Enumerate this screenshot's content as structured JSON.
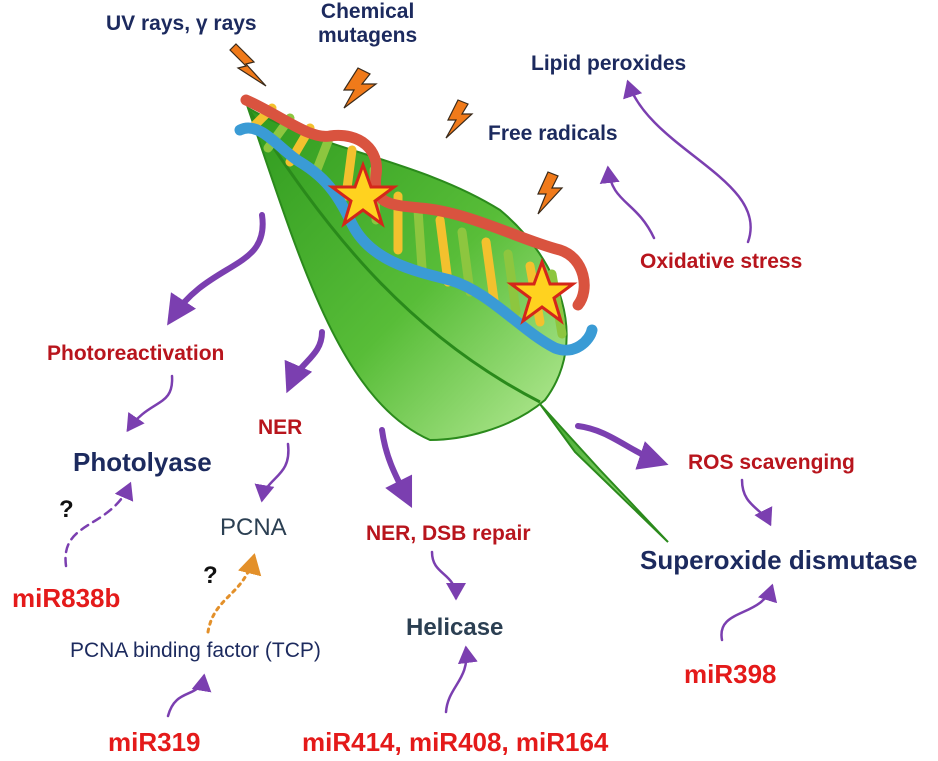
{
  "stressors": {
    "uv": "UV rays, γ rays",
    "chemical": "Chemical\nmutagens",
    "lipid": "Lipid peroxides",
    "free_radicals": "Free radicals",
    "oxidative": "Oxidative stress"
  },
  "pathways": {
    "photoreactivation": "Photoreactivation",
    "ner": "NER",
    "ner_dsb": "NER, DSB repair",
    "ros": "ROS scavenging"
  },
  "enzymes": {
    "photolyase": "Photolyase",
    "pcna": "PCNA",
    "pcna_binding": "PCNA binding factor (TCP)",
    "helicase": "Helicase",
    "sod": "Superoxide dismutase"
  },
  "mirnas": {
    "mir838b": "miR838b",
    "mir319": "miR319",
    "mir414": "miR414, miR408, miR164",
    "mir398": "miR398"
  },
  "unknown_marks": {
    "q1": "?",
    "q2": "?"
  },
  "colors": {
    "leaf_dark": "#2f9a1f",
    "leaf_light": "#9be07a",
    "dna_red": "#d9533f",
    "dna_blue": "#3a9bd5",
    "rung_yellow": "#f3c12e",
    "rung_green": "#8dc63f",
    "arrow_purple": "#7b3fb0",
    "lightning": "#f07a1a",
    "star_fill": "#ffd21f",
    "star_stroke": "#d4261a",
    "navy_text": "#1c2a5e",
    "pathway_red": "#b8151d",
    "mirna_red": "#e41a1a"
  }
}
